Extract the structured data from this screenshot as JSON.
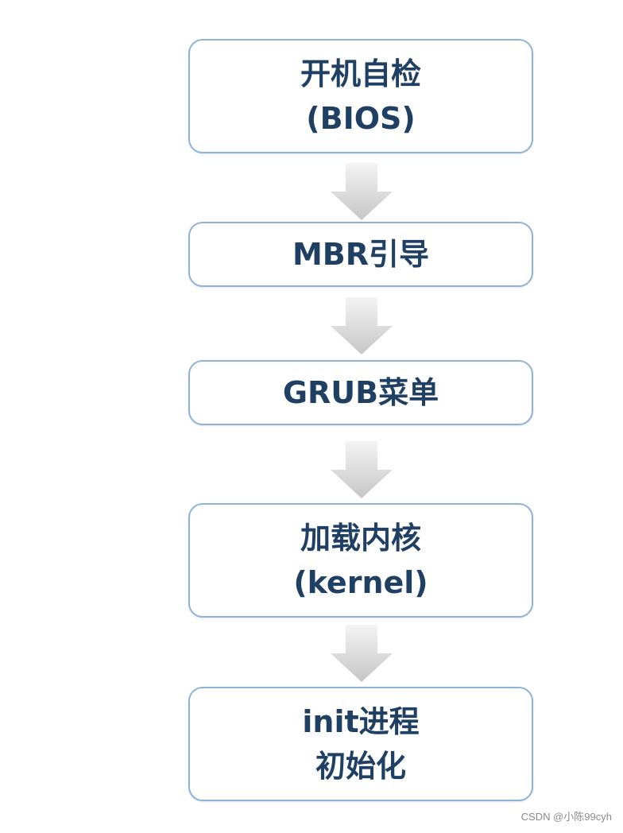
{
  "steps": [
    {
      "line1": "开机自检",
      "line2": "(BIOS)"
    },
    {
      "line1": "MBR引导",
      "line2": ""
    },
    {
      "line1": "GRUB菜单",
      "line2": ""
    },
    {
      "line1": "加载内核",
      "line2": "(kernel)"
    },
    {
      "line1": "init进程",
      "line2": "初始化"
    }
  ],
  "watermark": "CSDN @小陈99cyh",
  "colors": {
    "box_border": "#8fb3d6",
    "text": "#1f3f63",
    "arrow_light": "#f2f2f2",
    "arrow_dark": "#c8c8c8"
  }
}
